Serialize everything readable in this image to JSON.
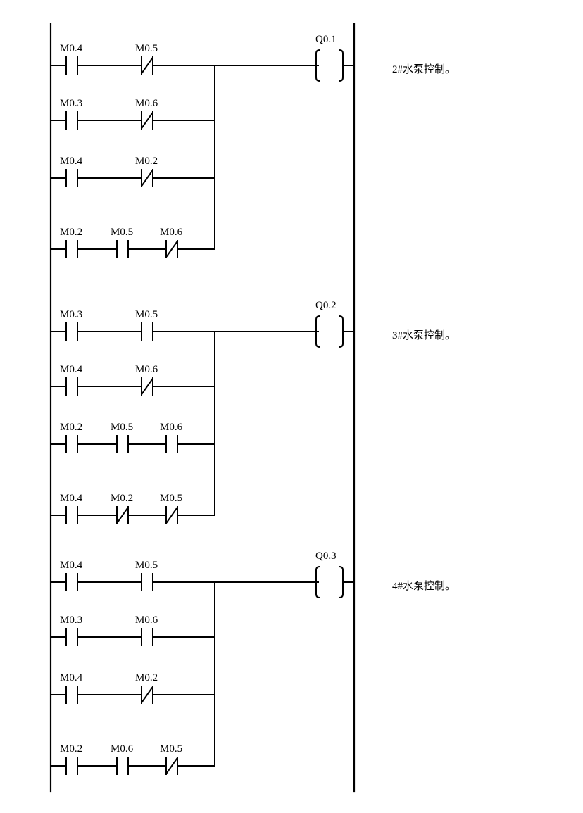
{
  "rungs": [
    {
      "coil": "Q0.1",
      "comment": "2#水泵控制。",
      "branches": [
        {
          "contacts": [
            {
              "label": "M0.4",
              "type": "NO"
            },
            {
              "label": "M0.5",
              "type": "NC"
            }
          ]
        },
        {
          "contacts": [
            {
              "label": "M0.3",
              "type": "NO"
            },
            {
              "label": "M0.6",
              "type": "NC"
            }
          ]
        },
        {
          "contacts": [
            {
              "label": "M0.4",
              "type": "NO"
            },
            {
              "label": "M0.2",
              "type": "NC"
            }
          ]
        },
        {
          "contacts": [
            {
              "label": "M0.2",
              "type": "NO"
            },
            {
              "label": "M0.5",
              "type": "NO"
            },
            {
              "label": "M0.6",
              "type": "NC"
            }
          ]
        }
      ]
    },
    {
      "coil": "Q0.2",
      "comment": "3#水泵控制。",
      "branches": [
        {
          "contacts": [
            {
              "label": "M0.3",
              "type": "NO"
            },
            {
              "label": "M0.5",
              "type": "NO"
            }
          ]
        },
        {
          "contacts": [
            {
              "label": "M0.4",
              "type": "NO"
            },
            {
              "label": "M0.6",
              "type": "NC"
            }
          ]
        },
        {
          "contacts": [
            {
              "label": "M0.2",
              "type": "NO"
            },
            {
              "label": "M0.5",
              "type": "NO"
            },
            {
              "label": "M0.6",
              "type": "NO"
            }
          ]
        },
        {
          "contacts": [
            {
              "label": "M0.4",
              "type": "NO"
            },
            {
              "label": "M0.2",
              "type": "NC"
            },
            {
              "label": "M0.5",
              "type": "NC"
            }
          ]
        }
      ]
    },
    {
      "coil": "Q0.3",
      "comment": "4#水泵控制。",
      "branches": [
        {
          "contacts": [
            {
              "label": "M0.4",
              "type": "NO"
            },
            {
              "label": "M0.5",
              "type": "NO"
            }
          ]
        },
        {
          "contacts": [
            {
              "label": "M0.3",
              "type": "NO"
            },
            {
              "label": "M0.6",
              "type": "NO"
            }
          ]
        },
        {
          "contacts": [
            {
              "label": "M0.4",
              "type": "NO"
            },
            {
              "label": "M0.2",
              "type": "NC"
            }
          ]
        },
        {
          "contacts": [
            {
              "label": "M0.2",
              "type": "NO"
            },
            {
              "label": "M0.6",
              "type": "NO"
            },
            {
              "label": "M0.5",
              "type": "NC"
            }
          ]
        }
      ]
    }
  ]
}
